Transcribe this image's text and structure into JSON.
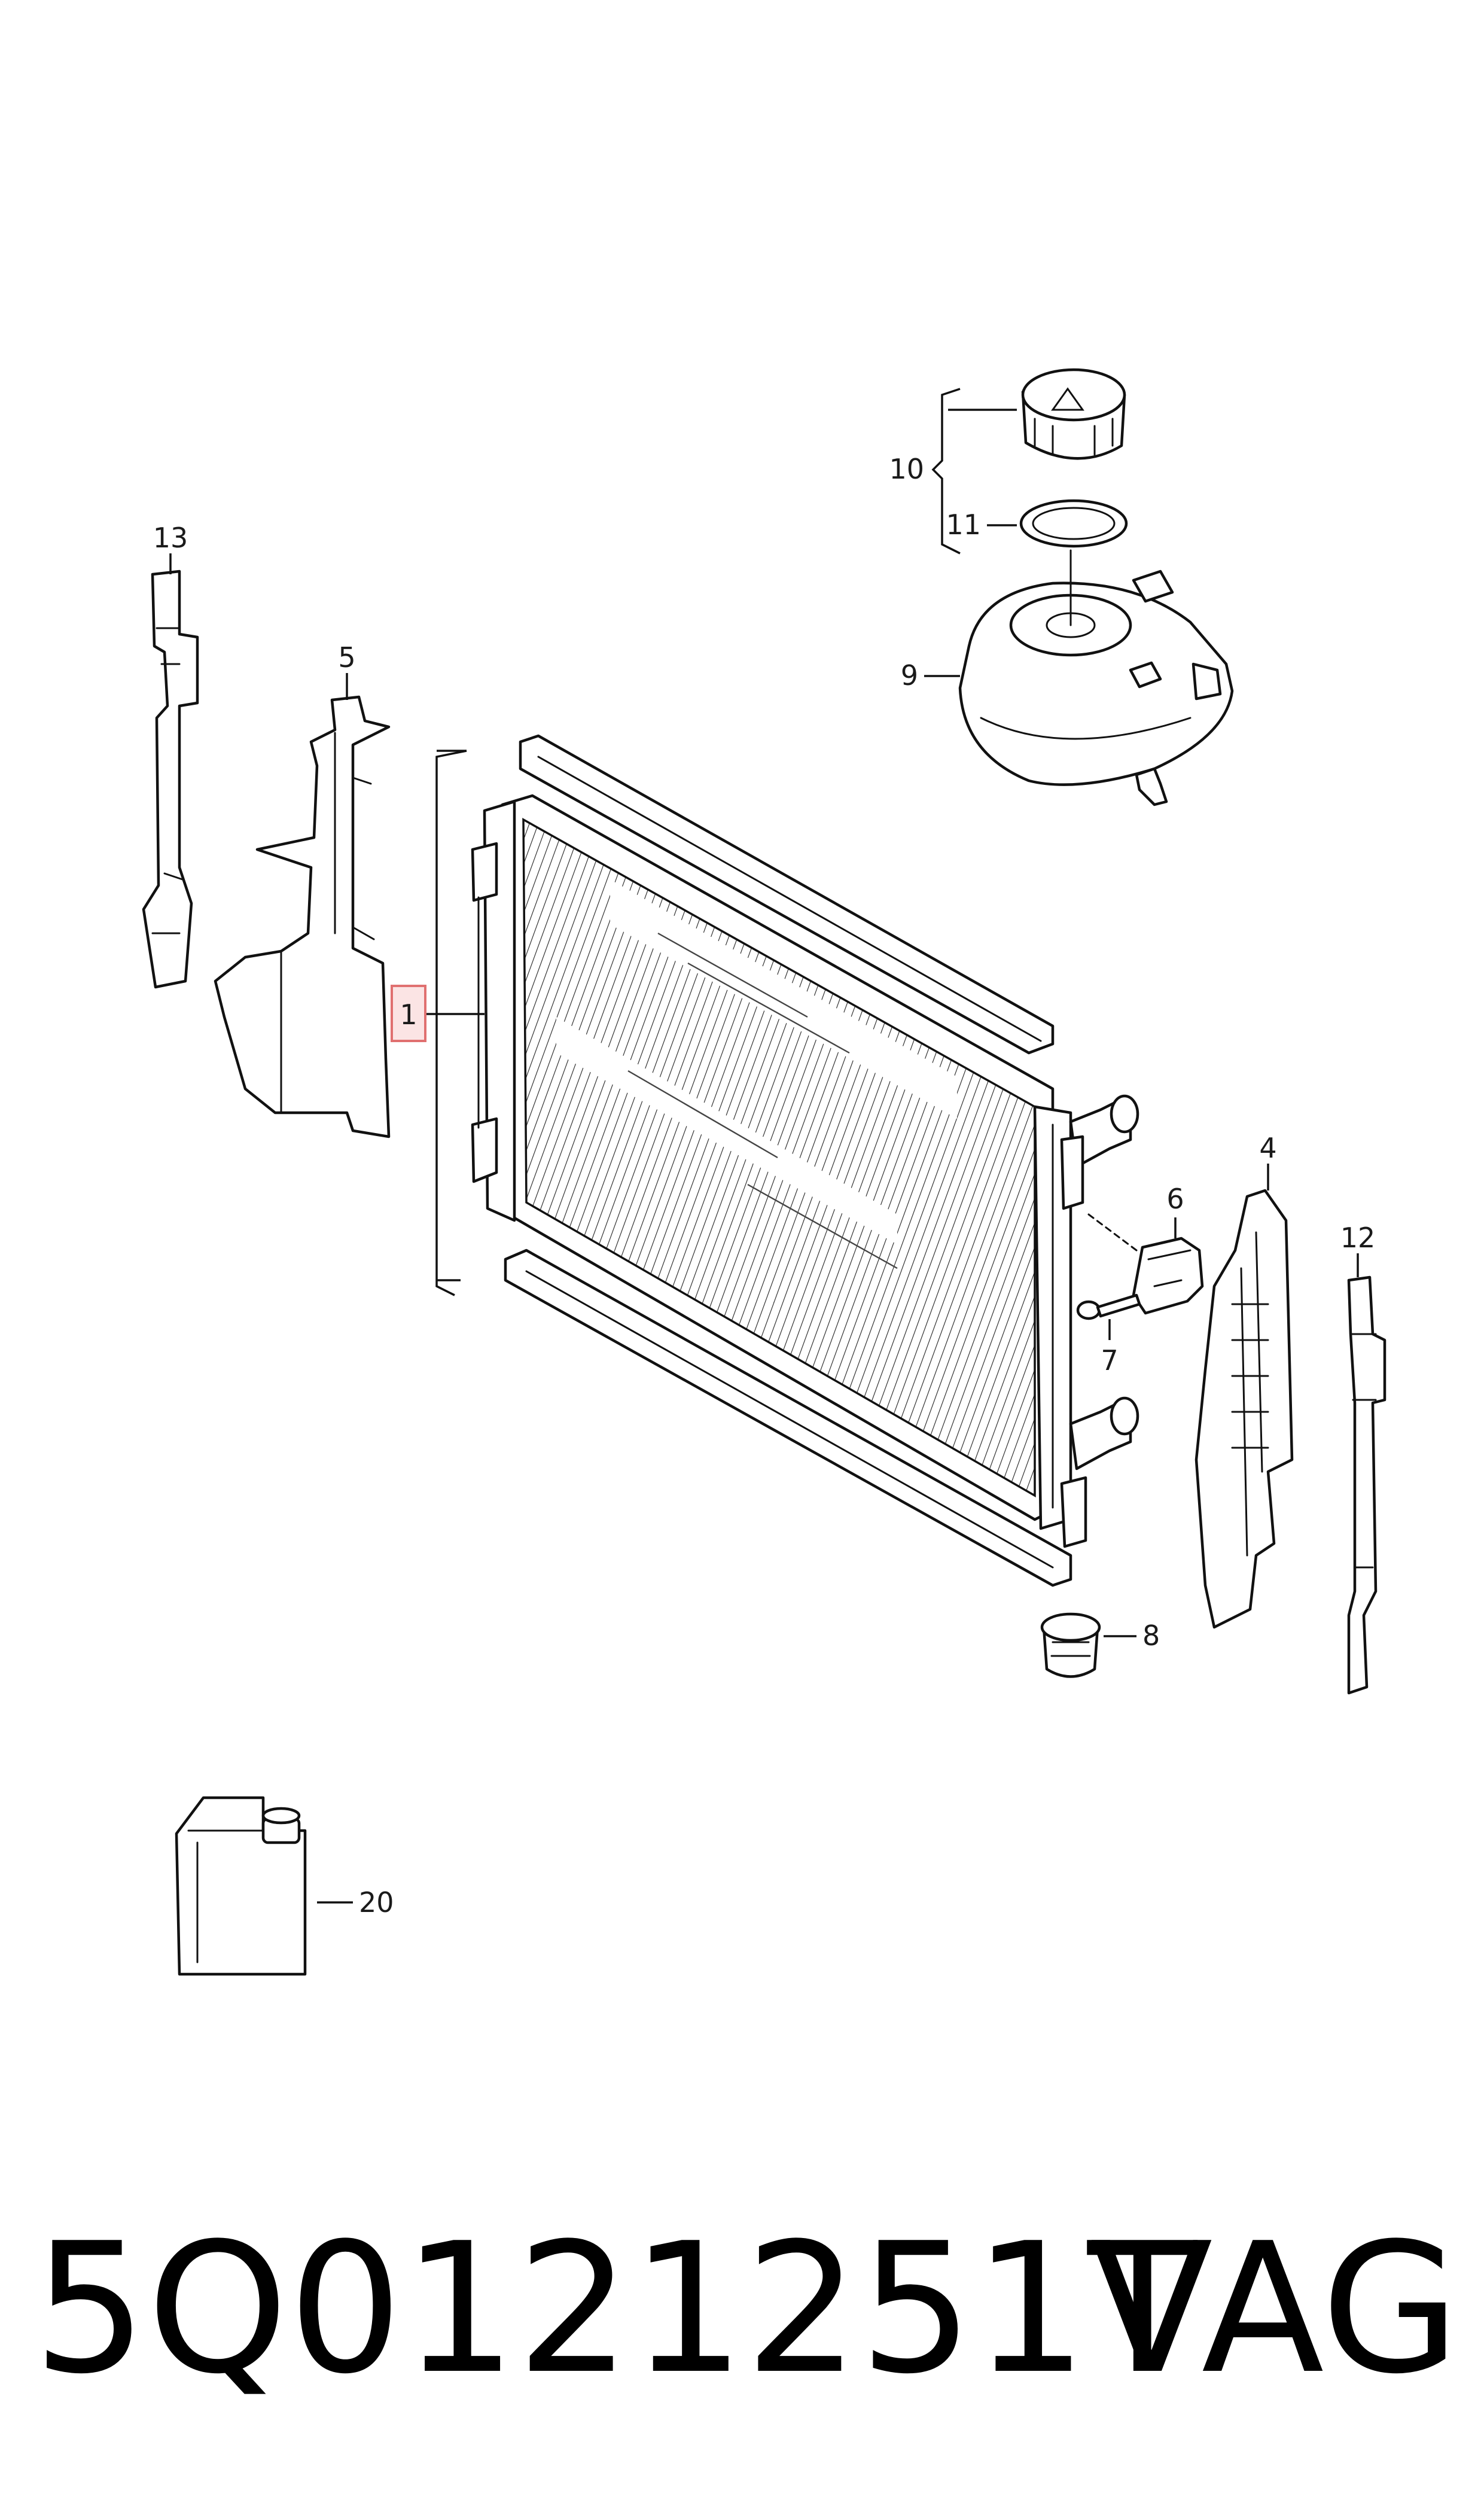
{
  "diagram": {
    "callouts": {
      "radiator": "1",
      "air_guide_right": "4",
      "air_guide_left": "5",
      "bracket": "6",
      "screw": "7",
      "rubber_mount": "8",
      "expansion_tank": "9",
      "cap_group": "10",
      "seal_ring": "11",
      "seal_strip_right": "12",
      "seal_strip_left": "13",
      "coolant_container": "20"
    },
    "highlighted_callout": "1",
    "highlight_color": "#e07070"
  },
  "footer": {
    "part_number": "5Q0121251T",
    "brand": "VAG"
  }
}
